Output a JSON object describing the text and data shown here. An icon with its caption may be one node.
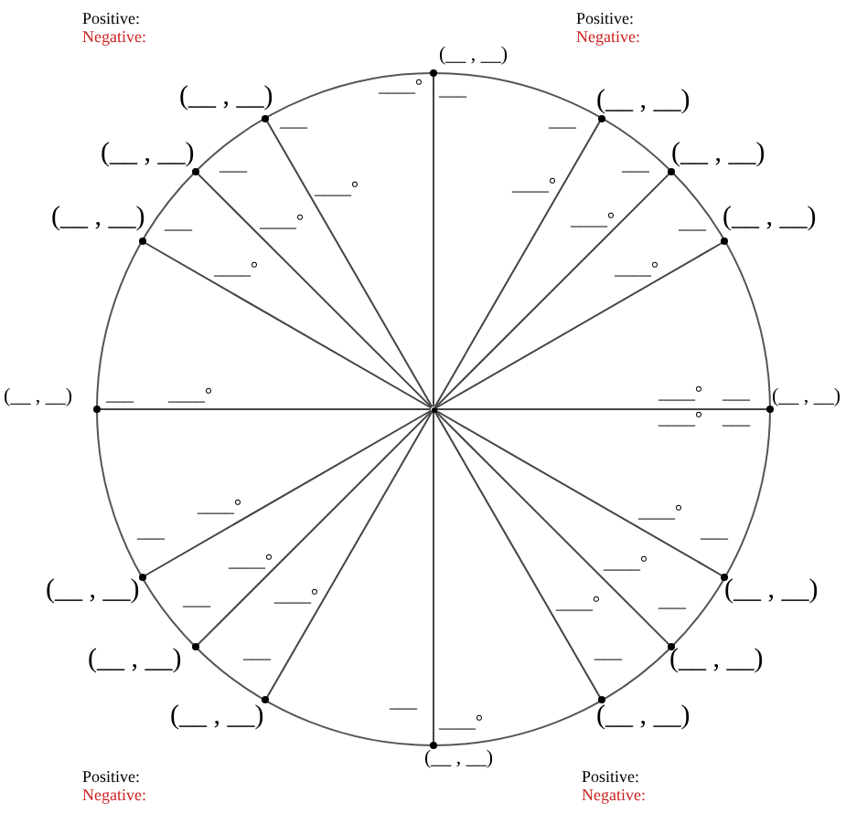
{
  "diagram": {
    "nodes": [
      {
        "text": [],
        "shape": "circle"
      },
      {
        "text": [],
        "shape": "circle",
        "beside": [
          "(__ , __)",
          "____°",
          "___",
          "____°",
          "___"
        ]
      },
      {
        "text": [],
        "shape": "circle",
        "beside": [
          "(__ , __)",
          "___",
          "____°"
        ]
      },
      {
        "text": [],
        "shape": "circle",
        "beside": [
          "(__ , __)",
          "___",
          "____°"
        ]
      },
      {
        "text": [],
        "shape": "circle",
        "beside": [
          "(__ , __)",
          "___",
          "____°"
        ]
      },
      {
        "text": [],
        "shape": "circle",
        "beside": [
          "(__ , __)",
          "___",
          "____°"
        ]
      },
      {
        "text": [],
        "shape": "circle",
        "beside": [
          "(__ , __)",
          "___",
          "____°"
        ]
      },
      {
        "text": [],
        "shape": "circle",
        "beside": [
          "(__ , __)",
          "___",
          "____°"
        ]
      },
      {
        "text": [],
        "shape": "circle",
        "beside": [
          "(__ , __)",
          "___",
          "____°"
        ]
      },
      {
        "text": [],
        "shape": "circle",
        "beside": [
          "(__ , __)",
          "___",
          "____°"
        ]
      },
      {
        "text": [],
        "shape": "circle",
        "beside": [
          "(__ , __)",
          "___",
          "____°"
        ]
      },
      {
        "text": [],
        "shape": "circle",
        "beside": [
          "(__ , __)",
          "___",
          "____°"
        ]
      },
      {
        "text": [],
        "shape": "circle",
        "beside": [
          "(__ , __)",
          "___",
          "____°"
        ]
      },
      {
        "text": [],
        "shape": "circle",
        "beside": [
          "(__ , __)",
          "___",
          "____°"
        ]
      },
      {
        "text": [],
        "shape": "circle",
        "beside": [
          "(__ , __)",
          "___",
          "____°"
        ]
      },
      {
        "text": [],
        "shape": "circle",
        "beside": [
          "(__ , __)",
          "___",
          "____°"
        ]
      },
      {
        "text": [],
        "shape": "circle",
        "beside": [
          "(__ , __)",
          "___",
          "____°"
        ]
      }
    ],
    "edges": [
      {
        "from": 0,
        "to": 1,
        "arrow": "none"
      },
      {
        "from": 0,
        "to": 2,
        "arrow": "none"
      },
      {
        "from": 0,
        "to": 3,
        "arrow": "none"
      },
      {
        "from": 0,
        "to": 4,
        "arrow": "none"
      },
      {
        "from": 0,
        "to": 5,
        "arrow": "none"
      },
      {
        "from": 0,
        "to": 6,
        "arrow": "none"
      },
      {
        "from": 0,
        "to": 7,
        "arrow": "none"
      },
      {
        "from": 0,
        "to": 8,
        "arrow": "none"
      },
      {
        "from": 0,
        "to": 9,
        "arrow": "none"
      },
      {
        "from": 0,
        "to": 10,
        "arrow": "none"
      },
      {
        "from": 0,
        "to": 11,
        "arrow": "none"
      },
      {
        "from": 0,
        "to": 12,
        "arrow": "none"
      },
      {
        "from": 0,
        "to": 13,
        "arrow": "none"
      },
      {
        "from": 0,
        "to": 14,
        "arrow": "none"
      },
      {
        "from": 0,
        "to": 15,
        "arrow": "none"
      },
      {
        "from": 0,
        "to": 16,
        "arrow": "none"
      }
    ],
    "labels": [
      "Positive:",
      "Negative:",
      "Positive:",
      "Negative:",
      "Positive:",
      "Negative:",
      "Positive:",
      "Negative:"
    ]
  }
}
